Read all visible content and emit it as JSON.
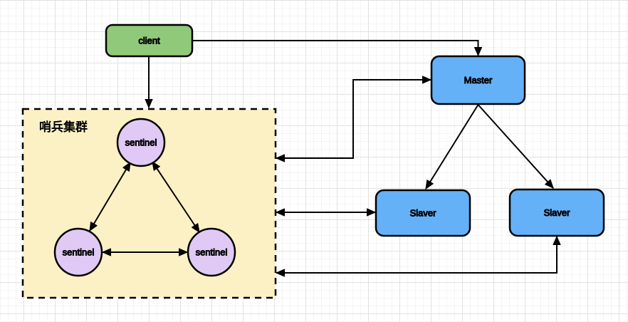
{
  "diagram": {
    "type": "architecture-diagram",
    "edge_color": "#000000",
    "node_border_color": "#000000",
    "background": {
      "canvas_color": "#ffffff",
      "grid_minor_color": "#f4f4f4",
      "grid_major_color": "#e2e2e2"
    },
    "nodes": {
      "client": {
        "label": "client",
        "fill": "#90c979"
      },
      "master": {
        "label": "Master",
        "fill": "#64b1f7"
      },
      "slaver_left": {
        "label": "Slaver",
        "fill": "#64b1f7"
      },
      "slaver_right": {
        "label": "Slaver",
        "fill": "#64b1f7"
      },
      "sentinel_cluster": {
        "label": "哨兵集群",
        "fill": "#fcf1c4"
      },
      "sentinel_top": {
        "label": "sentinel",
        "fill": "#e0caf5"
      },
      "sentinel_bottom_left": {
        "label": "sentinel",
        "fill": "#e0caf5"
      },
      "sentinel_bottom_right": {
        "label": "sentinel",
        "fill": "#e0caf5"
      }
    },
    "edges": [
      {
        "from": "client",
        "to": "sentinel_cluster",
        "arrows": "single"
      },
      {
        "from": "client",
        "to": "master",
        "arrows": "single"
      },
      {
        "from": "master",
        "to": "sentinel_cluster",
        "arrows": "double"
      },
      {
        "from": "sentinel_cluster",
        "to": "slaver_left",
        "arrows": "double"
      },
      {
        "from": "sentinel_cluster",
        "to": "slaver_right",
        "arrows": "double"
      },
      {
        "from": "master",
        "to": "slaver_left",
        "arrows": "single"
      },
      {
        "from": "master",
        "to": "slaver_right",
        "arrows": "single"
      },
      {
        "from": "sentinel_top",
        "to": "sentinel_bottom_left",
        "arrows": "double"
      },
      {
        "from": "sentinel_top",
        "to": "sentinel_bottom_right",
        "arrows": "double"
      },
      {
        "from": "sentinel_bottom_left",
        "to": "sentinel_bottom_right",
        "arrows": "double"
      }
    ]
  }
}
